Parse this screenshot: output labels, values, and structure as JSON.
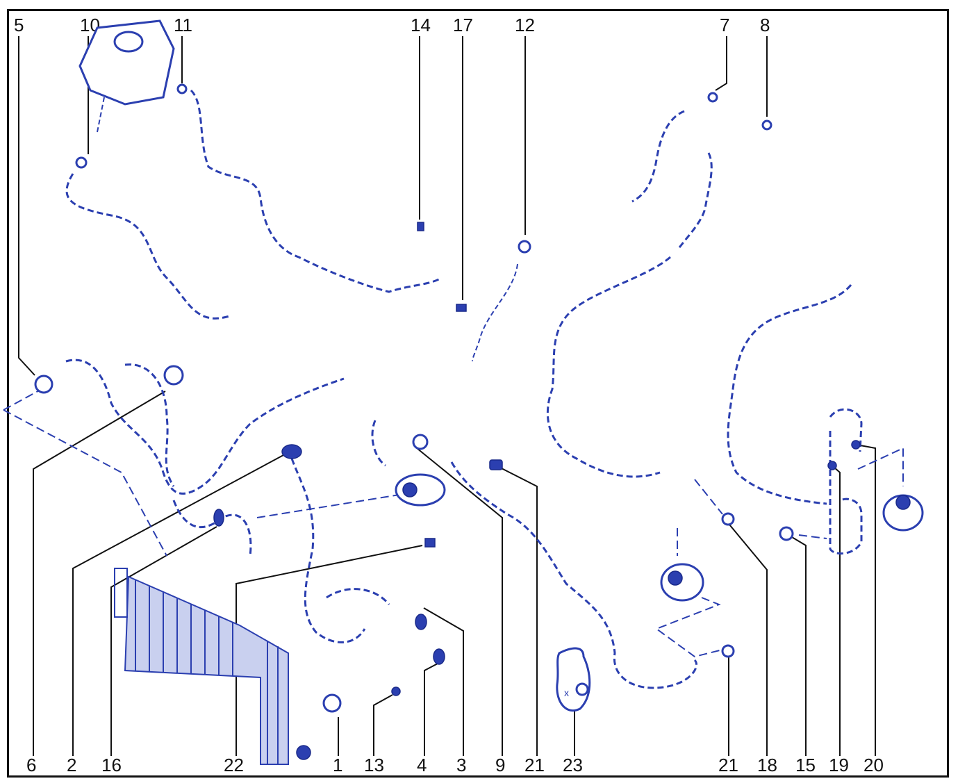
{
  "diagram": {
    "callouts_top": [
      "5",
      "10",
      "11",
      "14",
      "17",
      "12",
      "7",
      "8"
    ],
    "callouts_bottom": [
      "6",
      "2",
      "16",
      "22",
      "1",
      "13",
      "4",
      "3",
      "9",
      "21",
      "23",
      "21",
      "18",
      "15",
      "19",
      "20"
    ]
  },
  "colors": {
    "line_art": "#2b3fb0",
    "text": "#111111",
    "frame": "#111111"
  }
}
